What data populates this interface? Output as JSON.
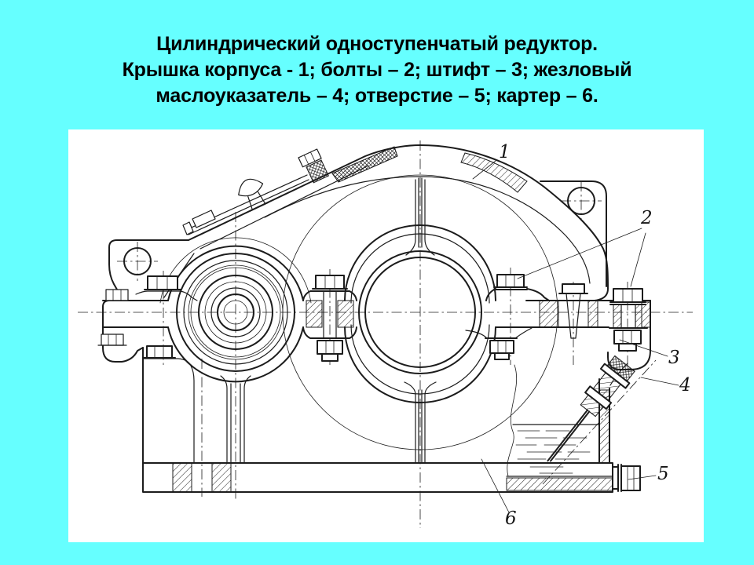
{
  "slide": {
    "background_color": "#66FFFF",
    "title_lines": [
      "Цилиндрический одноступенчатый редуктор.",
      "Крышка корпуса - 1; болты – 2; штифт – 3; жезловый",
      "маслоуказатель – 4; отверстие – 5; картер – 6."
    ]
  },
  "figure": {
    "description": "Sectional engineering drawing of a single-stage cylindrical gear reducer on a white panel",
    "panel_color": "#ffffff",
    "line_color": "#1c1c1c",
    "callouts": [
      {
        "label": "1",
        "part": "крышка корпуса"
      },
      {
        "label": "2",
        "part": "болты"
      },
      {
        "label": "3",
        "part": "штифт"
      },
      {
        "label": "4",
        "part": "жезловый маслоуказатель"
      },
      {
        "label": "5",
        "part": "отверстие"
      },
      {
        "label": "6",
        "part": "картер"
      }
    ]
  }
}
